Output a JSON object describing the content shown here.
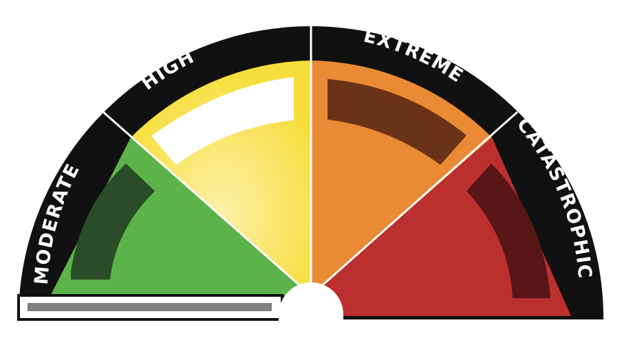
{
  "gauge": {
    "level_count": 4,
    "levels": [
      {
        "label": "MODERATE",
        "color": "#5cb34a",
        "indicator_color": "#2a4d27"
      },
      {
        "label": "HIGH",
        "color": "#f7de3c",
        "indicator_color": "#ffffff"
      },
      {
        "label": "EXTREME",
        "color": "#ea8a34",
        "indicator_color": "#6a3317"
      },
      {
        "label": "CATASTROPHIC",
        "color": "#bb2f2e",
        "indicator_color": "#581616"
      }
    ],
    "active_level": "HIGH",
    "rim_color": "#111111",
    "hub_color": "#ffffff",
    "base_bar_color": "#808080"
  }
}
